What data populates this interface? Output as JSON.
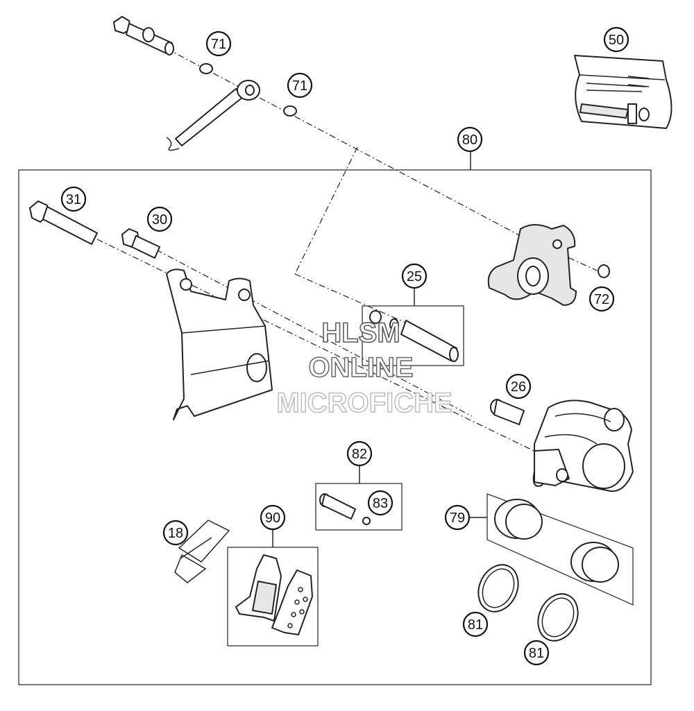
{
  "callouts": {
    "c71a": "71",
    "c71b": "71",
    "c50": "50",
    "c80": "80",
    "c31": "31",
    "c30": "30",
    "c25": "25",
    "c72": "72",
    "c26": "26",
    "c82": "82",
    "c83": "83",
    "c90": "90",
    "c18": "18",
    "c79": "79",
    "c81a": "81",
    "c81b": "81"
  },
  "watermark": {
    "line1": "HLSM",
    "line2": "ONLINE",
    "line3": "MICROFICHE"
  }
}
